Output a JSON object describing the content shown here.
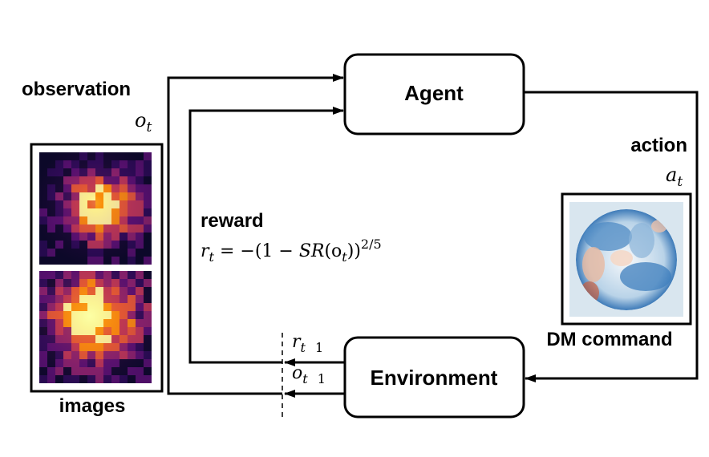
{
  "agent": {
    "label": "Agent"
  },
  "environment": {
    "label": "Environment"
  },
  "observation": {
    "label": "observation",
    "symbol": "o",
    "sub": "t"
  },
  "images": {
    "label": "images"
  },
  "action": {
    "label": "action",
    "symbol": "a",
    "sub": "t"
  },
  "dm": {
    "label": "DM command"
  },
  "reward": {
    "label": "reward",
    "formula_lhs": "r",
    "formula_sub": "t",
    "formula_mid": " = −(1 − ",
    "formula_sr": "SR",
    "formula_paren": "(o",
    "formula_paren_sub": "t",
    "formula_close": "))",
    "formula_exp": "2/5"
  },
  "feedback": {
    "r_symbol": "r",
    "r_sub": "t",
    "r_index": "1",
    "o_symbol": "o",
    "o_sub": "t",
    "o_index": "1"
  },
  "colors": {
    "line": "#000000",
    "dm_bg": "#d9e6ef"
  }
}
